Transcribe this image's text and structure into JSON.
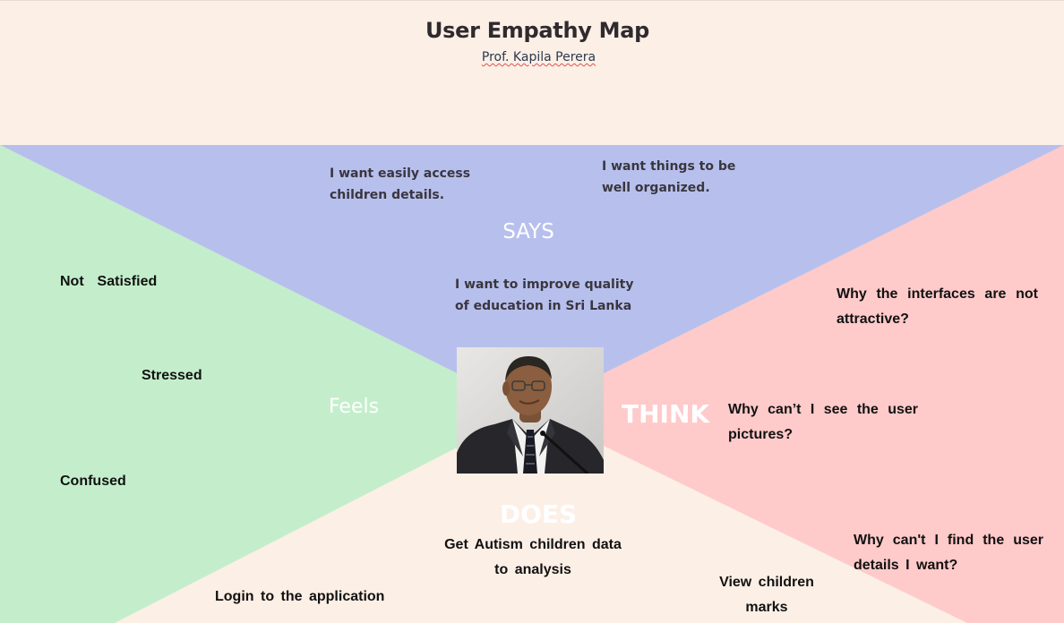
{
  "header": {
    "title": "User Empathy Map",
    "subtitle": "Prof. Kapila Perera"
  },
  "colors": {
    "background": "#fcefe6",
    "says": "#b7c0ec",
    "feels": "#c4eecb",
    "think": "#ffcaca",
    "does": "#fcefe6",
    "label": "#ffffff"
  },
  "quadrants": {
    "says": {
      "label": "SAYS",
      "notes": [
        "I want easily access children details.",
        "I want things to be well organized.",
        "I want to improve quality of education in Sri Lanka"
      ]
    },
    "feels": {
      "label": "Feels",
      "notes": [
        "Not  Satisfied",
        "Stressed",
        "Confused"
      ]
    },
    "think": {
      "label": "THINK",
      "notes": [
        "Why the interfaces are not attractive?",
        "Why can’t I see the user pictures?",
        "Why can't I find the user details I want?"
      ]
    },
    "does": {
      "label": "DOES",
      "notes": [
        "Get Autism children data to analysis",
        "Login to the application",
        "View children marks"
      ]
    }
  },
  "persona": {
    "photo_icon": "person-portrait-icon"
  }
}
